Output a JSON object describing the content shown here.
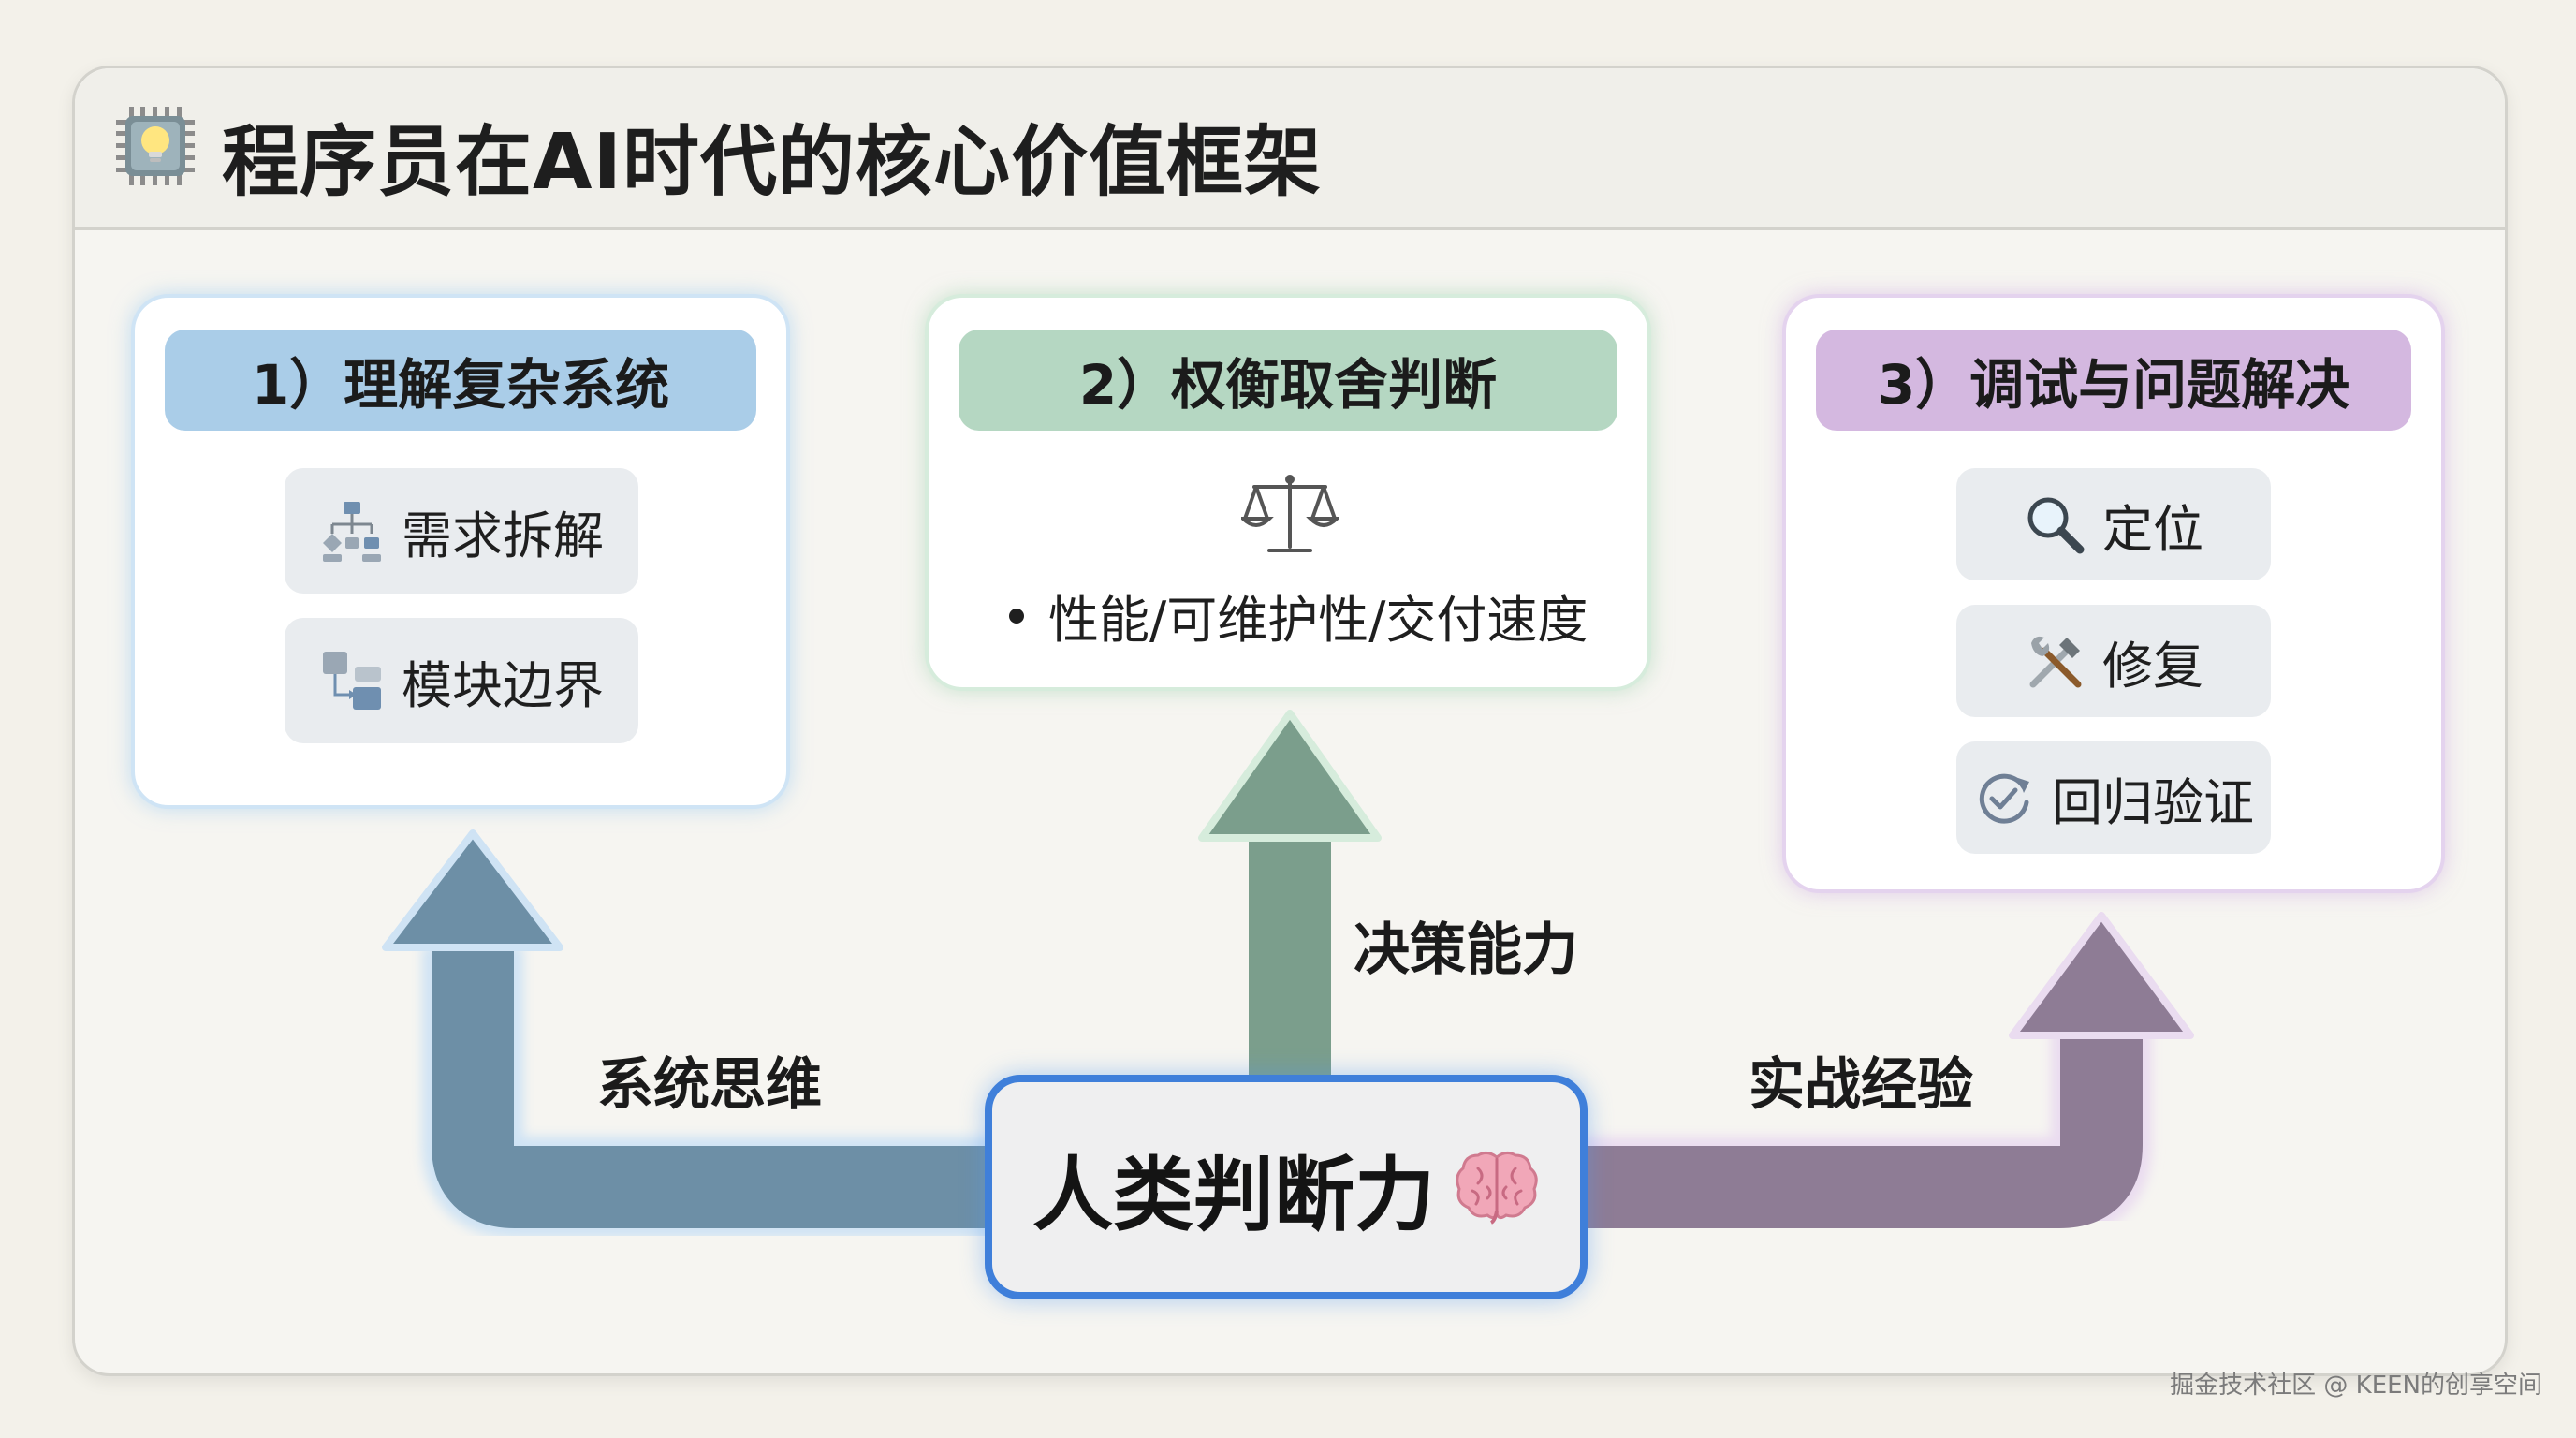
{
  "title": "程序员在AI时代的核心价值框架",
  "cards": {
    "understanding": {
      "title": "1）理解复杂系统",
      "items": [
        "需求拆解",
        "模块边界"
      ]
    },
    "tradeoff": {
      "title": "2）权衡取舍判断",
      "bullet": "性能/可维护性/交付速度"
    },
    "debugging": {
      "title": "3）调试与问题解决",
      "items": [
        "定位",
        "修复",
        "回归验证"
      ]
    }
  },
  "center": {
    "label": "人类判断力"
  },
  "arrows": {
    "left_label": "系统思维",
    "middle_label": "决策能力",
    "right_label": "实战经验"
  },
  "colors": {
    "blue_arrow": "#6d8fa6",
    "green_arrow": "#7b9e8c",
    "purple_arrow": "#8e7c95",
    "center_border": "#3f7fda",
    "blue_header": "#aacde8",
    "green_header": "#b5d7c2",
    "purple_header": "#d4b8e0"
  },
  "icons": {
    "title": "chip-lightbulb-icon",
    "understanding_items": [
      "flowchart-icon",
      "module-blocks-icon"
    ],
    "tradeoff": "balance-scale-icon",
    "debugging_items": [
      "magnifier-icon",
      "hammer-wrench-icon",
      "refresh-check-icon"
    ],
    "center": "brain-icon"
  },
  "watermark": "掘金技术社区 @ KEEN的创享空间"
}
